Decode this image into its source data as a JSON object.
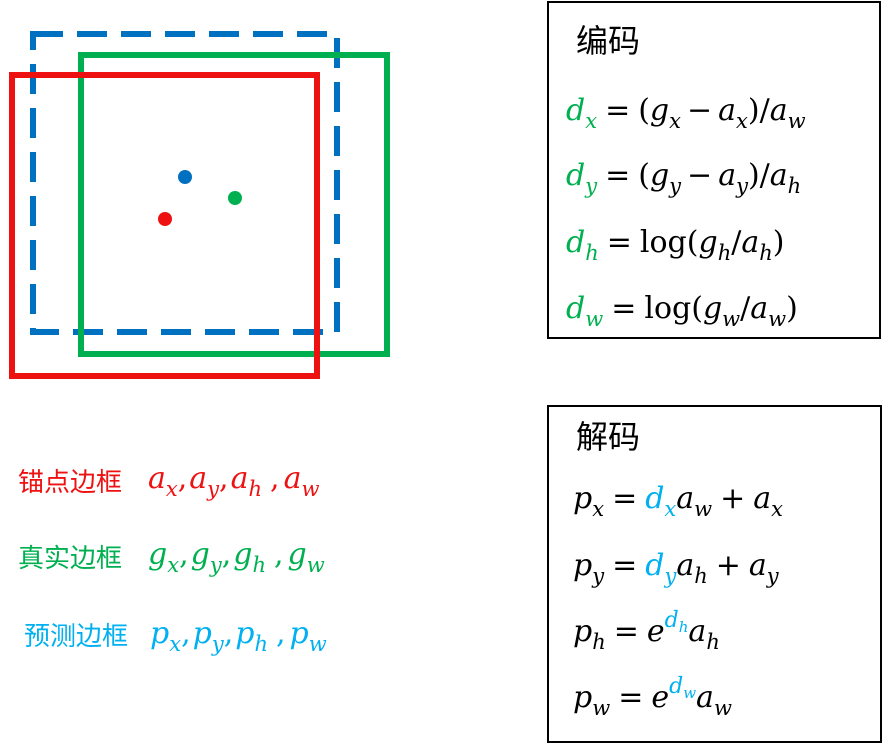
{
  "colors": {
    "anchor": "#ee1111",
    "truth": "#00b050",
    "predicted": "#0070c0",
    "predicted_text": "#00b0f0",
    "text": "#000000"
  },
  "legend": {
    "anchor_label": "锚点边框",
    "truth_label": "真实边框",
    "pred_label": "预测边框"
  },
  "encode": {
    "title": "编码"
  },
  "decode": {
    "title": "解码"
  },
  "sym": {
    "eq": "=",
    "plus": "+",
    "minus": "−",
    "slash": "/",
    "lparen": "(",
    "rparen": ")",
    "comma": ",",
    "log": "log",
    "x": "x",
    "y": "y",
    "h": "h",
    "w": "w",
    "a": "a",
    "g": "g",
    "p": "p",
    "d": "d",
    "e": "e"
  }
}
